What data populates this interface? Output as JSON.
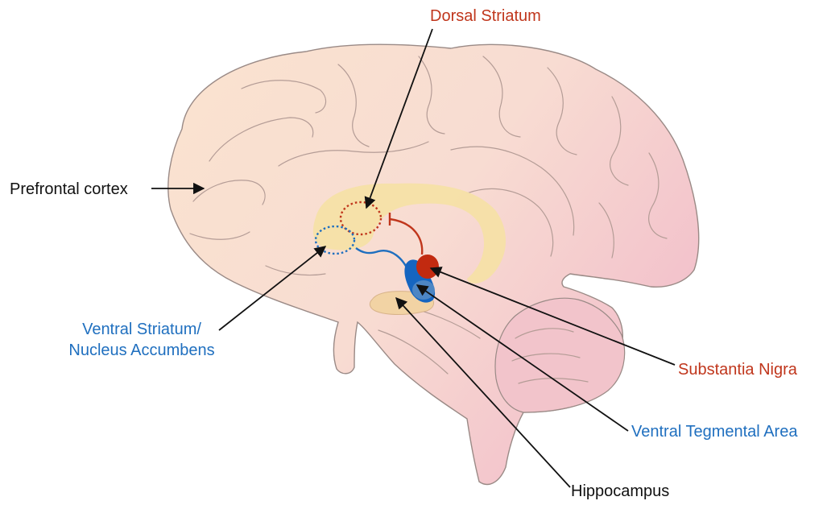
{
  "labels": {
    "dorsal_striatum": "Dorsal Striatum",
    "prefrontal_cortex": "Prefrontal cortex",
    "ventral_striatum_line1": "Ventral Striatum/",
    "ventral_striatum_line2": "Nucleus Accumbens",
    "substantia_nigra": "Substantia Nigra",
    "ventral_tegmental_area": "Ventral Tegmental Area",
    "hippocampus": "Hippocampus"
  },
  "colors": {
    "red_label": "#c0361c",
    "blue_label": "#1f6fbf",
    "black_label": "#111111",
    "cortex_fill": "#f8ddd2",
    "cerebellum_fill": "#f2c4cb",
    "striatum_fill": "#f6e0a6",
    "substantia_nigra_fill": "#c22a10",
    "vta_fill": "#1565c0"
  }
}
